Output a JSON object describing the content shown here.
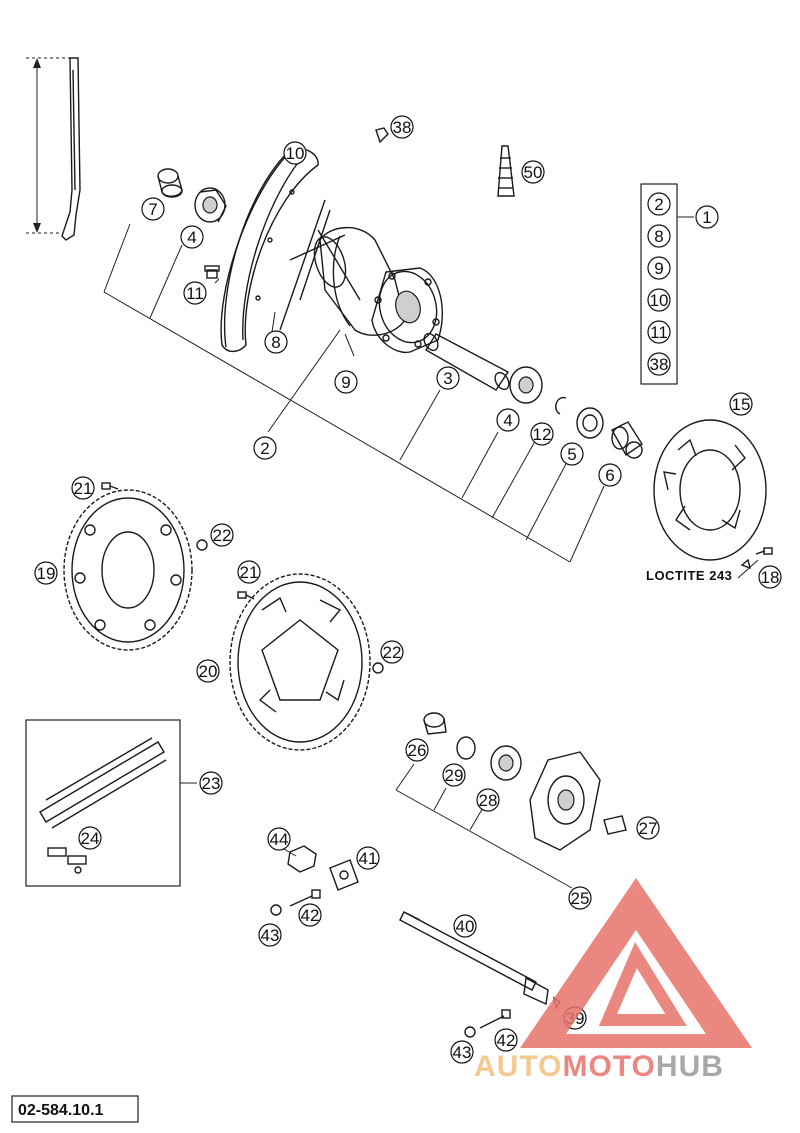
{
  "diagram_ref": "02-584.10.1",
  "loctite_label": "LOCTITE 243",
  "watermark": {
    "part1": "AUTO",
    "part2": "MOTO",
    "part3": "HUB",
    "color1": "#f2c07a",
    "color2": "#e8736c",
    "color3": "#9a9a9a"
  },
  "colors": {
    "line": "#1a1a1a",
    "metal": "#cfcfcf",
    "wm_triangle": "#e8736c"
  },
  "kit_list": [
    "2",
    "8",
    "9",
    "10",
    "11",
    "38"
  ],
  "kit_id": "1",
  "callouts": [
    "2",
    "3",
    "4",
    "4",
    "5",
    "6",
    "7",
    "8",
    "9",
    "10",
    "11",
    "12",
    "15",
    "18",
    "19",
    "20",
    "21",
    "21",
    "22",
    "22",
    "23",
    "24",
    "25",
    "26",
    "27",
    "28",
    "29",
    "38",
    "39",
    "40",
    "41",
    "42",
    "42",
    "43",
    "43",
    "44",
    "50"
  ]
}
